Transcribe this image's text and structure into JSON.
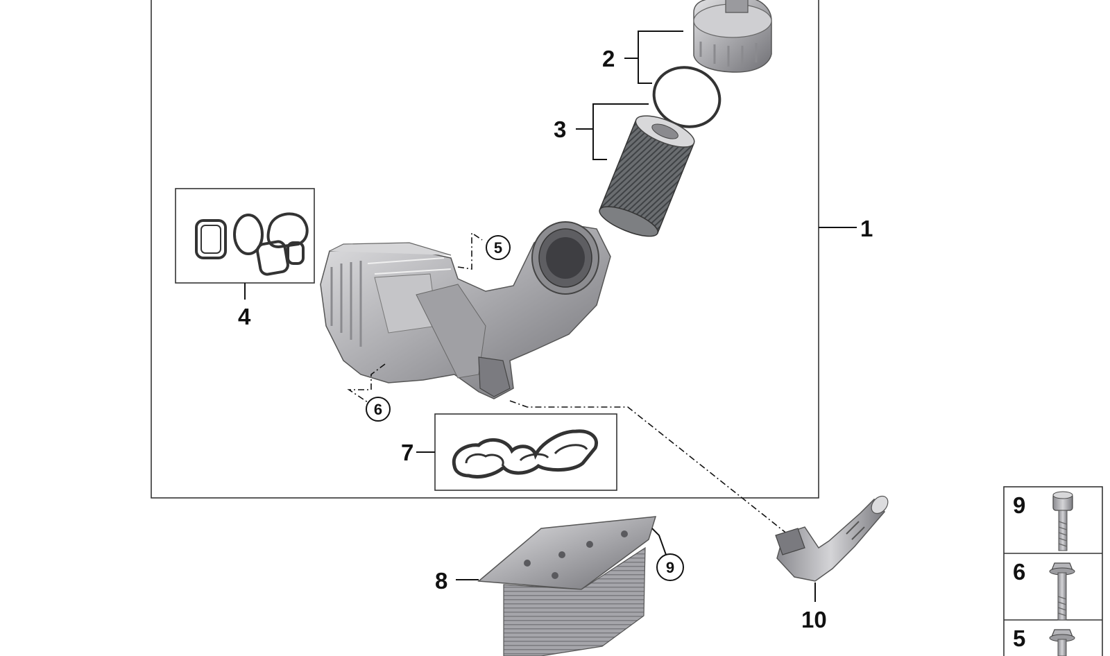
{
  "diagram": {
    "callouts": {
      "main_assembly": "1",
      "filter_cap": "2",
      "filter_element": "3",
      "gasket_set_upper": "4",
      "bolt_upper": "5",
      "bolt_lower": "6",
      "gasket_set_lower": "7",
      "oil_cooler": "8",
      "cooler_bolt": "9",
      "hose_elbow": "10"
    },
    "side_panel": [
      {
        "label": "9",
        "part": "bolt-socket-head"
      },
      {
        "label": "6",
        "part": "bolt-flange-long"
      },
      {
        "label": "5",
        "part": "bolt-flange-short"
      }
    ],
    "colors": {
      "line": "#111111",
      "part_fill": "#b8b8bb",
      "part_dark": "#6e6e72",
      "part_light": "#dcdcde"
    }
  }
}
